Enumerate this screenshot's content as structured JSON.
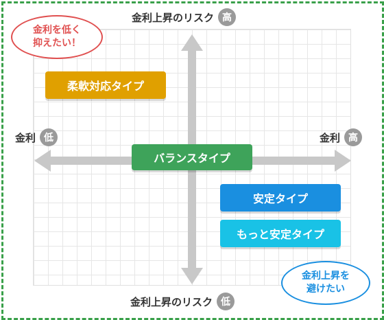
{
  "labels": {
    "top": "金利上昇のリスク",
    "top_badge": "高",
    "bottom": "金利上昇のリスク",
    "bottom_badge": "低",
    "left": "金利",
    "left_badge": "低",
    "right": "金利",
    "right_badge": "高"
  },
  "types": {
    "flexible": "柔軟対応タイプ",
    "balance": "バランスタイプ",
    "stable": "安定タイプ",
    "more_stable": "もっと安定タイプ"
  },
  "bubbles": {
    "low_rate_line1": "金利を低く",
    "low_rate_line2": "抑えたい！",
    "avoid_rise_line1": "金利上昇を",
    "avoid_rise_line2": "避けたい"
  },
  "colors": {
    "frame": "#3aa04a",
    "flexible": "#e0a000",
    "balance": "#3ea35a",
    "stable": "#1a8fe0",
    "more_stable": "#19c2e6",
    "bubble_red": "#e05050",
    "bubble_blue": "#1a8fe0",
    "axis": "#c8c8c8"
  }
}
